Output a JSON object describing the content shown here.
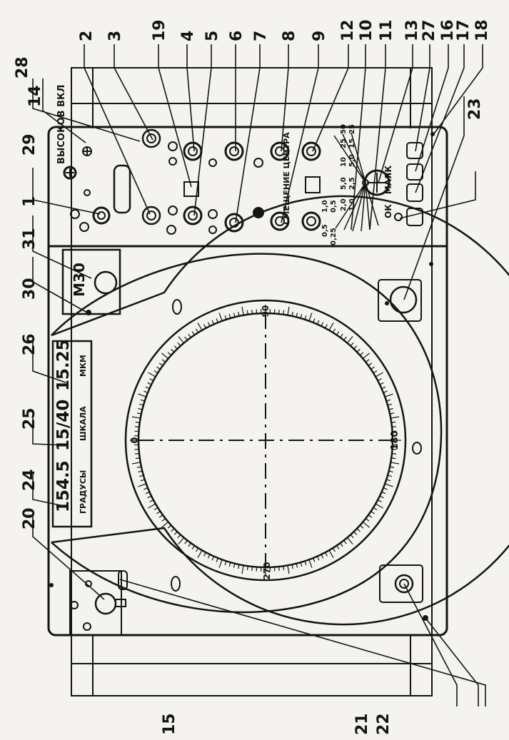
{
  "diagram": {
    "callouts": [
      "1",
      "2",
      "3",
      "4",
      "5",
      "6",
      "7",
      "8",
      "9",
      "10",
      "11",
      "12",
      "13",
      "14",
      "15",
      "16",
      "17",
      "18",
      "19",
      "20",
      "21",
      "22",
      "23",
      "24",
      "25",
      "26",
      "27",
      "28",
      "29",
      "30",
      "31"
    ],
    "labels": {
      "pulse_switch": "ВЫСОКОВ ВКЛ",
      "motor_window": "М30",
      "center_offset": "СМЕЩЕНИЕ ЦЕНТРА",
      "buttons": [
        "ОК",
        "МАЯК"
      ],
      "range_scale_top": [
        "0,5",
        "1,0",
        "2,0",
        "5,0",
        "10",
        "25",
        "50"
      ],
      "range_scale_bottom": [
        "0,25",
        "0,5",
        "1,0",
        "2,5",
        "5,0",
        "15",
        "25"
      ],
      "dial_marks": [
        "0",
        "90",
        "180",
        "270"
      ]
    },
    "readouts": [
      {
        "value": "154.5",
        "unit": "ГРАДУСЫ"
      },
      {
        "value": "15/40",
        "unit": "ШКАЛА"
      },
      {
        "value": "15.25",
        "unit": "МКМ"
      }
    ]
  }
}
